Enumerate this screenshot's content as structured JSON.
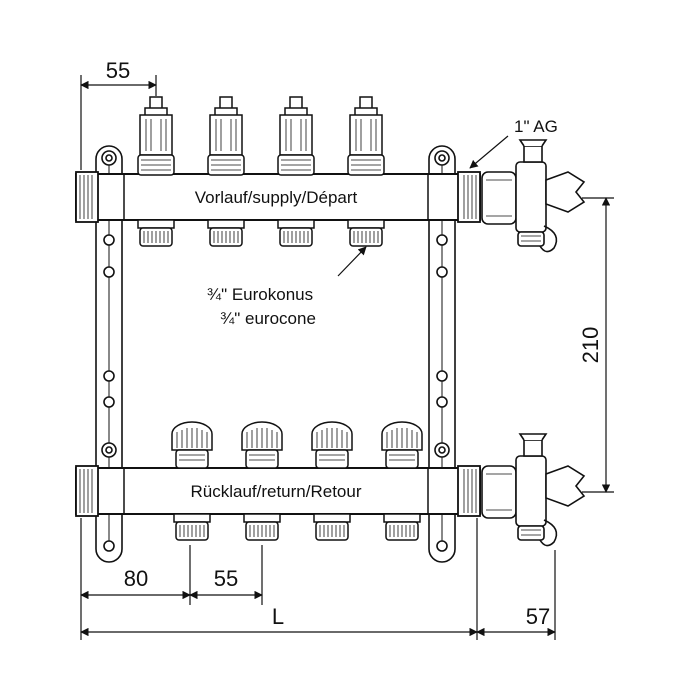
{
  "labels": {
    "supply_bar": "Vorlauf/supply/Départ",
    "return_bar": "Rücklauf/return/Retour",
    "connection": "1\" AG",
    "eurocone_de": "¾\" Eurokonus",
    "eurocone_en": "¾\" eurocone"
  },
  "dimensions": {
    "top_offset": "55",
    "left_offset": "80",
    "outlet_pitch": "55",
    "total_length": "L",
    "valve_length": "57",
    "bar_spacing": "210"
  },
  "outlets": {
    "supply_count": 4,
    "return_count": 4
  },
  "colors": {
    "line": "#111111",
    "metal_fill": "#ffffff",
    "shade": "#555555"
  }
}
